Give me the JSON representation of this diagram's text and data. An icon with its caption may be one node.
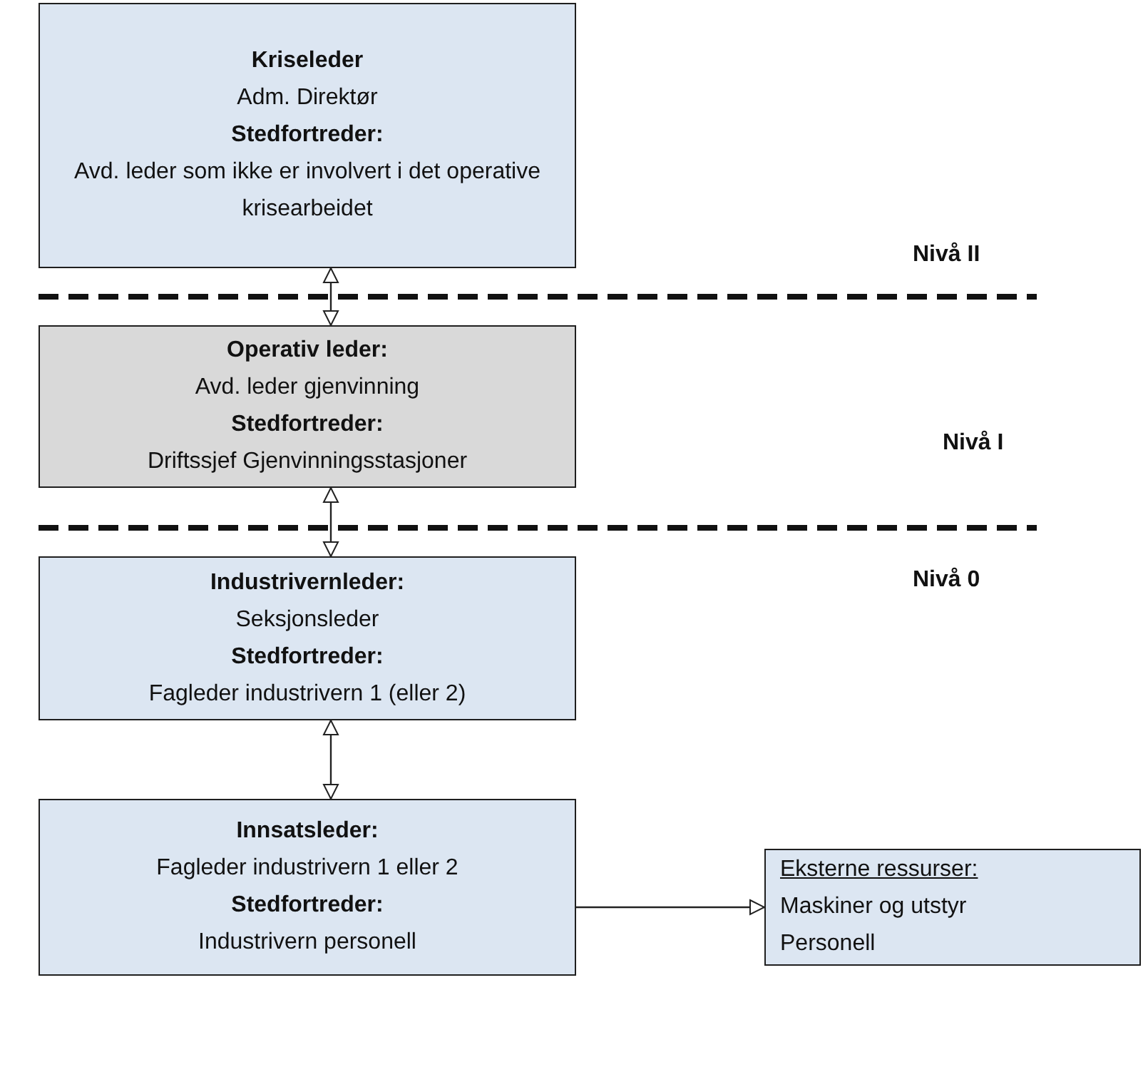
{
  "diagram": {
    "nodes": [
      {
        "text": [
          "Kriseleder",
          "Adm. Direktør",
          "Stedfortreder:",
          "Avd. leder som ikke er involvert i det operative krisearbeidet"
        ]
      },
      {
        "text": [
          "Operativ leder:",
          "Avd. leder gjenvinning",
          "Stedfortreder:",
          "Driftssjef Gjenvinningsstasjoner"
        ]
      },
      {
        "text": [
          "Industrivernleder:",
          "Seksjonsleder",
          "Stedfortreder:",
          "Fagleder industrivern 1 (eller 2)"
        ]
      },
      {
        "text": [
          "Innsatsleder:",
          "Fagleder industrivern 1 eller 2",
          "Stedfortreder:",
          "Industrivern personell"
        ]
      },
      {
        "text": [
          "Eksterne ressurser:",
          "Maskiner og utstyr",
          "Personell"
        ]
      }
    ],
    "edges": [
      {
        "from": 0,
        "to": 1,
        "arrow": "both"
      },
      {
        "from": 1,
        "to": 2,
        "arrow": "both"
      },
      {
        "from": 2,
        "to": 3,
        "arrow": "both"
      },
      {
        "from": 3,
        "to": 4,
        "arrow": "to"
      }
    ],
    "labels": [
      "Nivå II",
      "Nivå I",
      "Nivå 0"
    ]
  }
}
